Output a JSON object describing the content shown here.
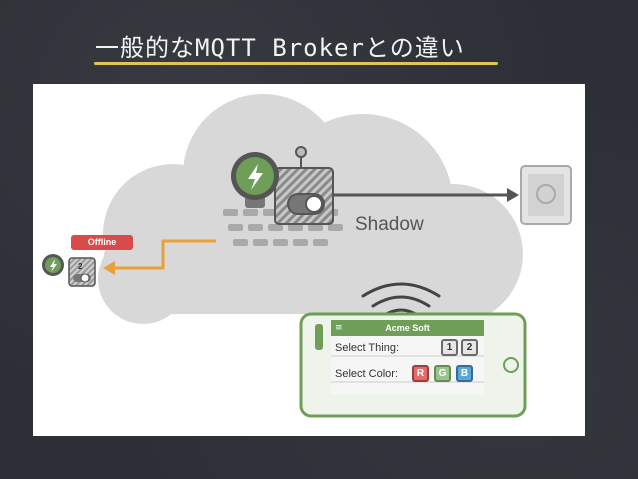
{
  "slide": {
    "title": "一般的なMQTT Brokerとの違い"
  },
  "diagram": {
    "shadow_label": "Shadow",
    "offline_badge": "Offline",
    "small_device_count": "2"
  },
  "phone_app": {
    "header": "Acme Soft",
    "menu_icon": "≡",
    "select_thing_label": "Select Thing:",
    "select_color_label": "Select Color:",
    "thing_buttons": [
      "1",
      "2"
    ],
    "color_buttons": [
      "R",
      "G",
      "B"
    ]
  },
  "colors": {
    "cloud": "#d8d8d8",
    "green": "#6e9e58",
    "arrow_orange": "#e8a13a",
    "arrow_gray": "#555555",
    "offline_red": "#d94a4a",
    "underline_yellow": "#e0c850"
  }
}
